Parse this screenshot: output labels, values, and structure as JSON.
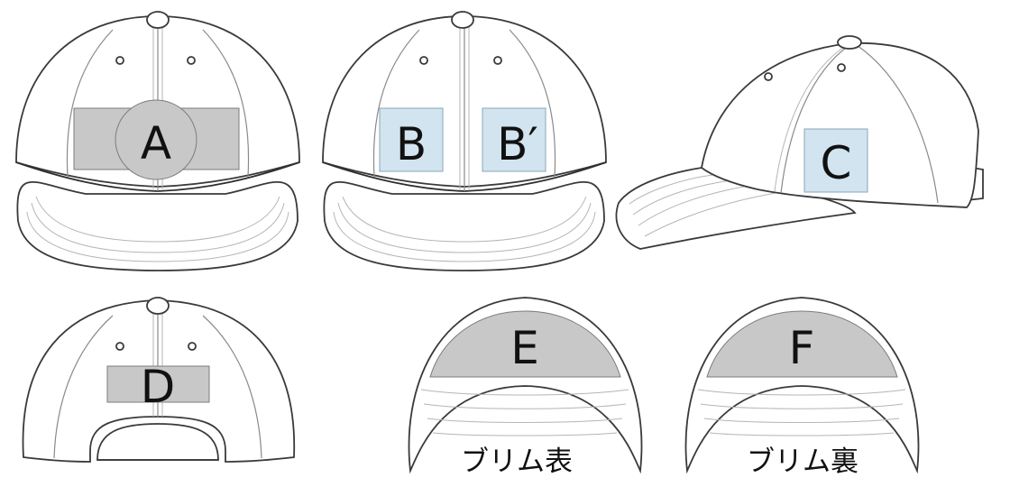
{
  "zones": {
    "a": "A",
    "b": "B",
    "b_prime": "B′",
    "c": "C",
    "d": "D",
    "e": "E",
    "f": "F"
  },
  "captions": {
    "brim_top": "ブリム表",
    "brim_under": "ブリム裏"
  },
  "colors": {
    "gray_zone": "#c8c8c8",
    "blue_zone": "#d1e4ef",
    "outline": "#3a3a3a"
  }
}
